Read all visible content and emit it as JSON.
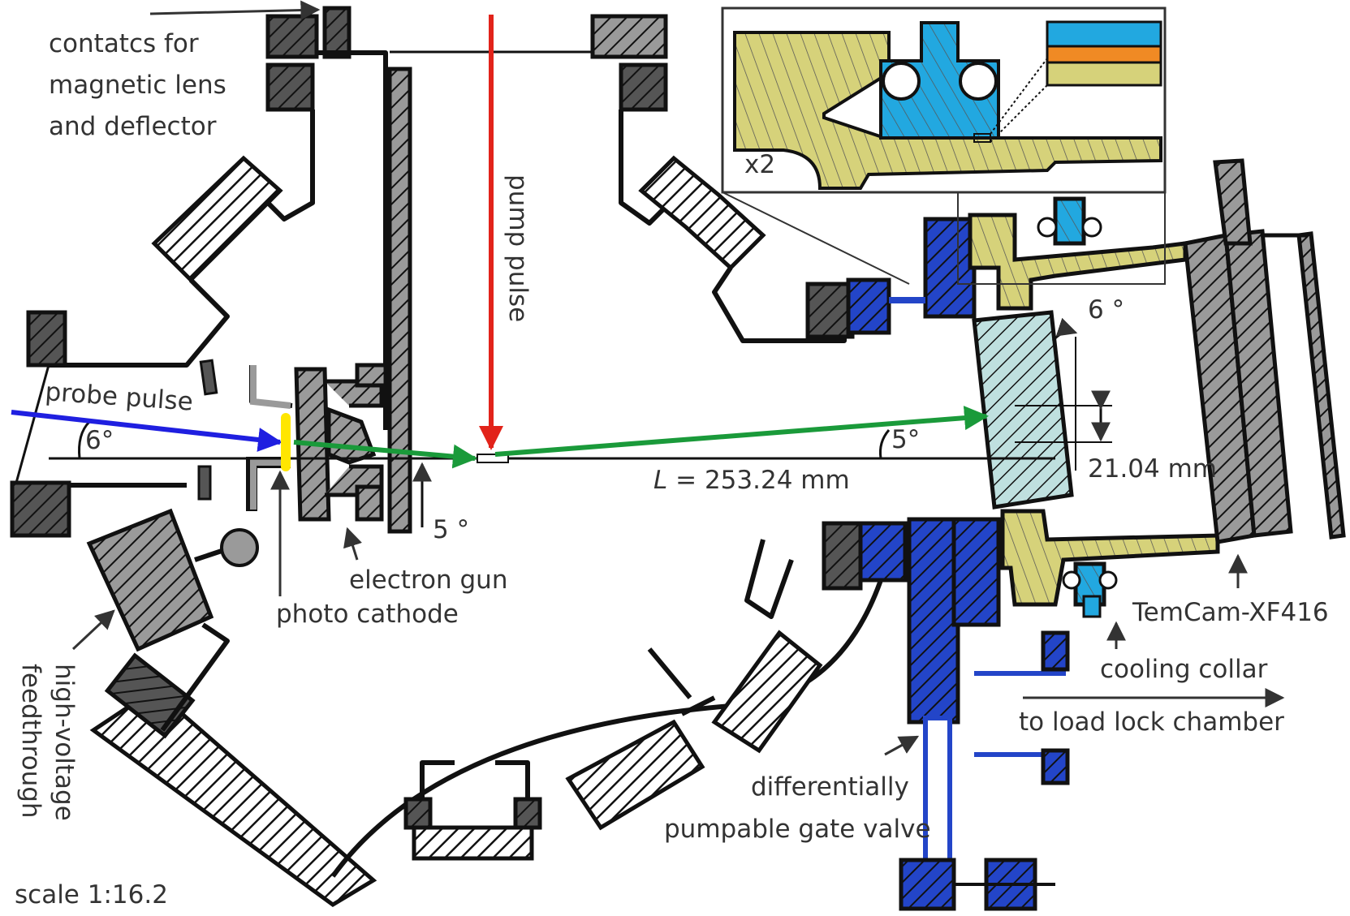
{
  "labels": {
    "contacts_line1": "contatcs for",
    "contacts_line2": "magnetic lens",
    "contacts_line3": "and deflector",
    "pump_pulse": "pump pulse",
    "probe_pulse": "probe pulse",
    "angle_probe": "6°",
    "angle_gun": "5 °",
    "angle_beam": "5°",
    "angle_detector": "6 °",
    "length_prefix": "L",
    "length_value": " = 253.24 mm",
    "offset": "21.04 mm",
    "electron_gun": "electron gun",
    "photo_cathode": "photo cathode",
    "hv_line1": "high-voltage",
    "hv_line2": "feedthrough",
    "camera": "TemCam-XF416",
    "cooling_collar": "cooling collar",
    "load_lock": "to load lock chamber",
    "gate_valve_line1": "differentially",
    "gate_valve_line2": "pumpable gate valve",
    "scale": "scale 1:16.2",
    "inset_zoom": "x2"
  },
  "colors": {
    "pump_pulse": "#e2231a",
    "probe_pulse": "#1f1fe0",
    "electron_beam": "#1a9a3a",
    "cathode": "#ffe600",
    "dark_gray": "#555555",
    "mid_gray": "#9a9a9a",
    "blue_part": "#2345c8",
    "light_blue": "#22a8e0",
    "olive": "#d6d27a",
    "orange": "#f08a24",
    "screen": "#bfe0df"
  }
}
